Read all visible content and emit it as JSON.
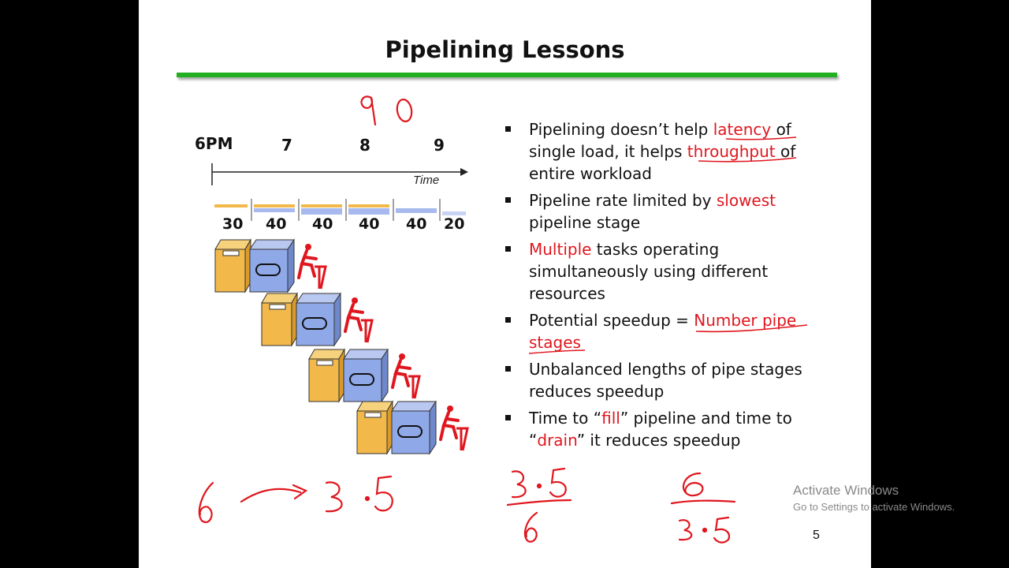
{
  "slide": {
    "title": "Pipelining Lessons",
    "page_number": "5",
    "timeline": {
      "hour_labels": [
        "6PM",
        "7",
        "8",
        "9"
      ],
      "axis_label": "Time",
      "durations": [
        "30",
        "40",
        "40",
        "40",
        "40",
        "20"
      ]
    },
    "bullets": [
      {
        "segments": [
          {
            "text": "Pipelining doesn’t help ",
            "red": false
          },
          {
            "text": "latency ",
            "red": true
          },
          {
            "text": "of single load, it helps ",
            "red": false
          },
          {
            "text": "throughput ",
            "red": true
          },
          {
            "text": "of entire workload",
            "red": false
          }
        ]
      },
      {
        "segments": [
          {
            "text": "Pipeline rate limited by ",
            "red": false
          },
          {
            "text": "slowest",
            "red": true
          },
          {
            "text": " pipeline stage",
            "red": false
          }
        ]
      },
      {
        "segments": [
          {
            "text": "Multiple",
            "red": true
          },
          {
            "text": " tasks operating simultaneously using different resources",
            "red": false
          }
        ]
      },
      {
        "segments": [
          {
            "text": "Potential speedup = ",
            "red": false
          },
          {
            "text": "Number pipe stages",
            "red": true
          }
        ]
      },
      {
        "segments": [
          {
            "text": "Unbalanced lengths of pipe stages reduces speedup",
            "red": false
          }
        ]
      },
      {
        "segments": [
          {
            "text": "Time to “",
            "red": false
          },
          {
            "text": "fill",
            "red": true
          },
          {
            "text": "” pipeline and time to “",
            "red": false
          },
          {
            "text": "drain",
            "red": true
          },
          {
            "text": "” it reduces speedup",
            "red": false
          }
        ]
      }
    ],
    "handwriting": {
      "top": "90",
      "left_expression": "6 → 3.5",
      "fraction1": {
        "numerator": "3.5",
        "denominator": "6"
      },
      "fraction2": {
        "numerator": "6",
        "denominator": "3.5"
      }
    }
  },
  "watermark": {
    "line1": "Activate Windows",
    "line2": "Go to Settings to activate Windows."
  },
  "colors": {
    "title_bar": "#22b022",
    "highlight_red": "#e0161e",
    "washer": "#f2b94a",
    "dryer": "#8fa8e8",
    "folder": "#e0161e"
  }
}
